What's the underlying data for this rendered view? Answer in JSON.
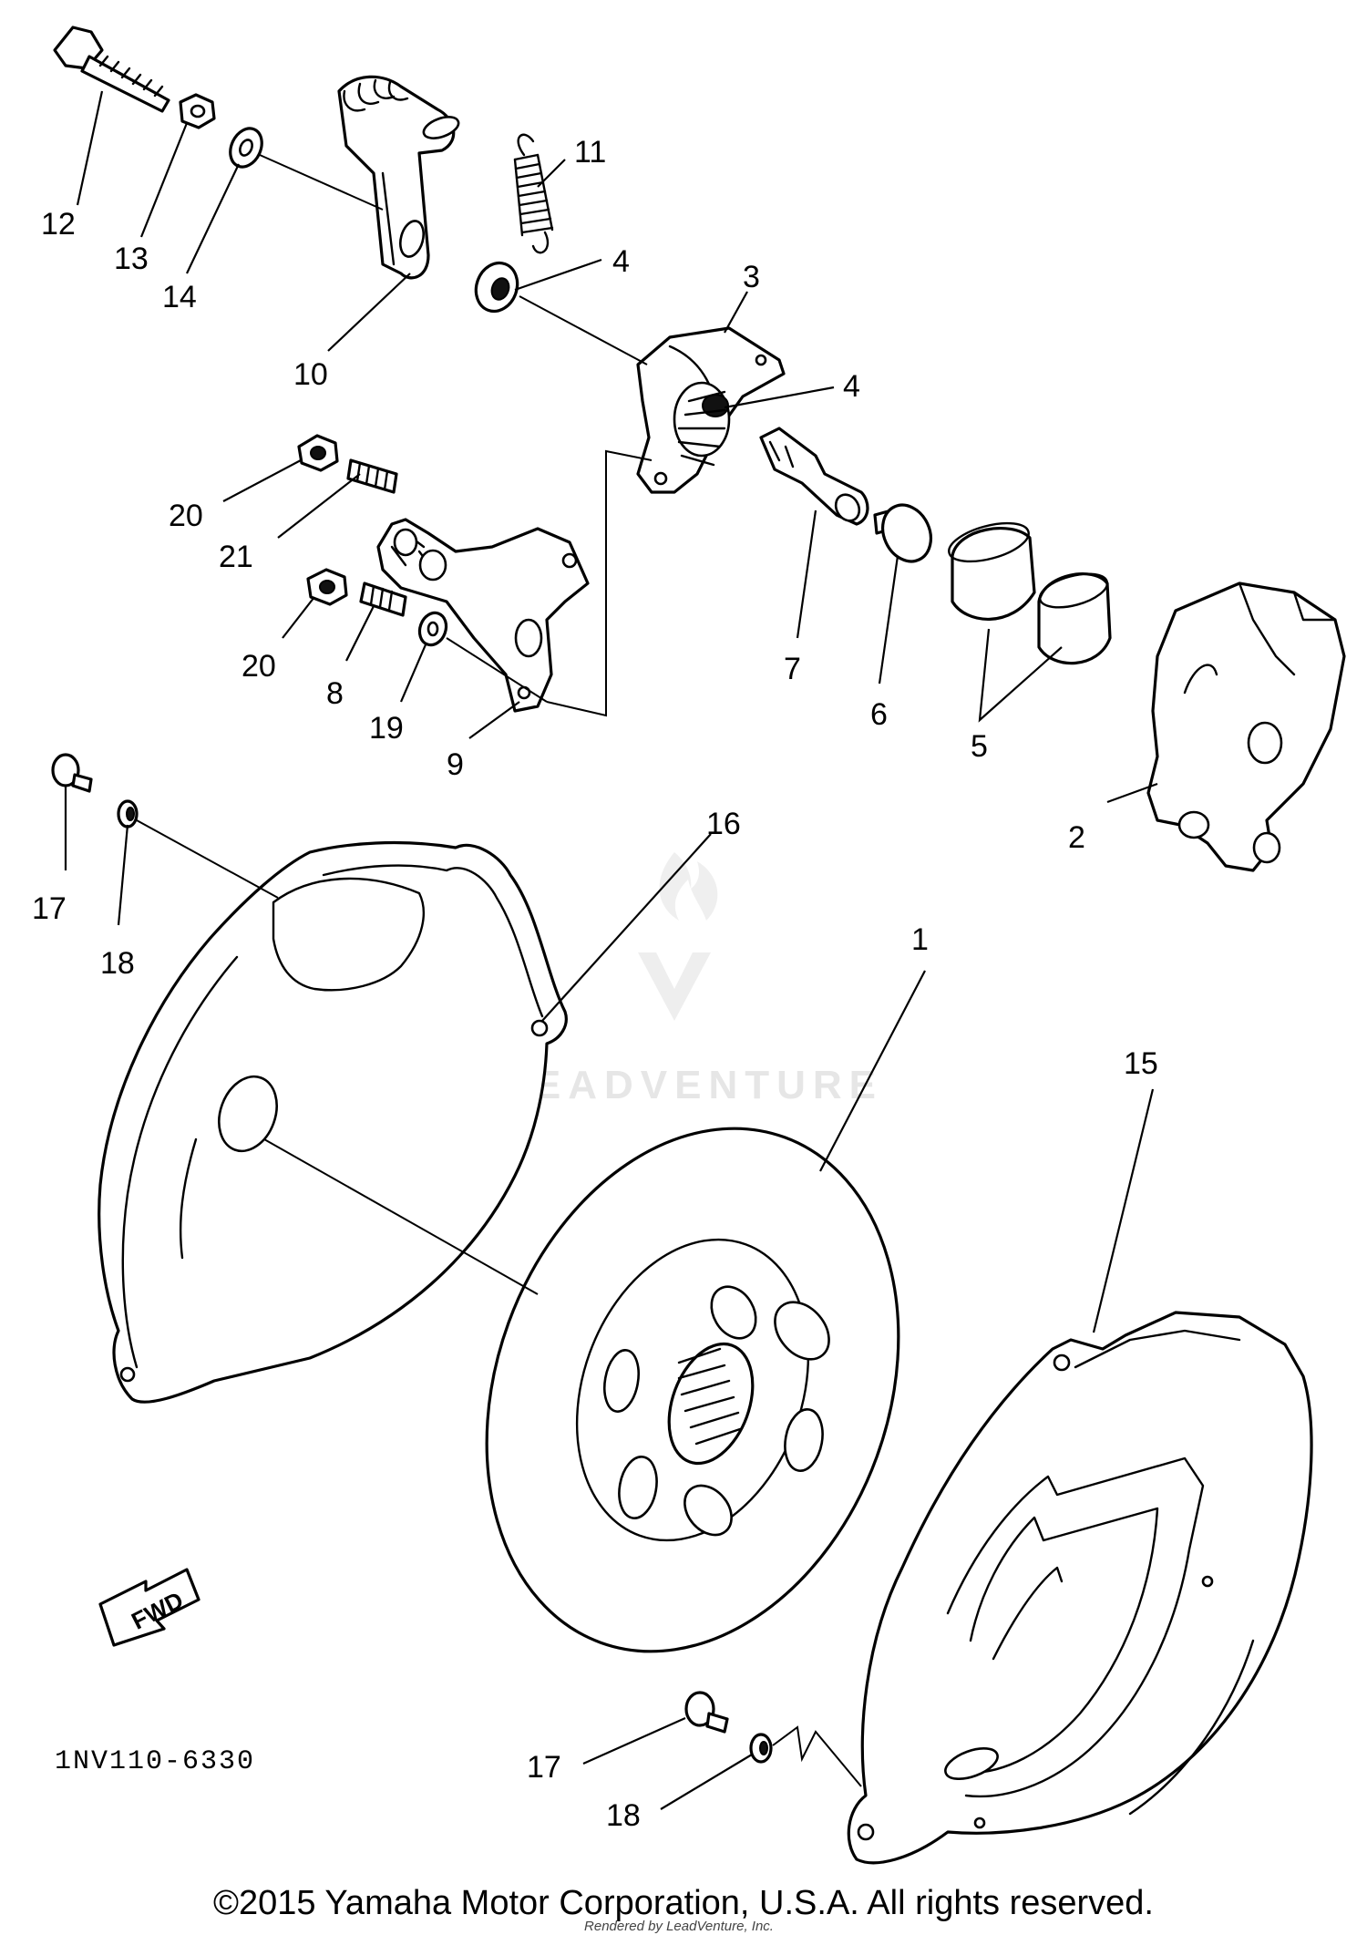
{
  "diagram": {
    "callouts": [
      {
        "id": "c12",
        "text": "12"
      },
      {
        "id": "c13",
        "text": "13"
      },
      {
        "id": "c14",
        "text": "14"
      },
      {
        "id": "c10",
        "text": "10"
      },
      {
        "id": "c11",
        "text": "11"
      },
      {
        "id": "c4a",
        "text": "4"
      },
      {
        "id": "c3",
        "text": "3"
      },
      {
        "id": "c4b",
        "text": "4"
      },
      {
        "id": "c20a",
        "text": "20"
      },
      {
        "id": "c21",
        "text": "21"
      },
      {
        "id": "c20b",
        "text": "20"
      },
      {
        "id": "c8",
        "text": "8"
      },
      {
        "id": "c19",
        "text": "19"
      },
      {
        "id": "c9",
        "text": "9"
      },
      {
        "id": "c7",
        "text": "7"
      },
      {
        "id": "c6",
        "text": "6"
      },
      {
        "id": "c5",
        "text": "5"
      },
      {
        "id": "c2",
        "text": "2"
      },
      {
        "id": "c17a",
        "text": "17"
      },
      {
        "id": "c18a",
        "text": "18"
      },
      {
        "id": "c16",
        "text": "16"
      },
      {
        "id": "c1",
        "text": "1"
      },
      {
        "id": "c15",
        "text": "15"
      },
      {
        "id": "c17b",
        "text": "17"
      },
      {
        "id": "c18b",
        "text": "18"
      }
    ],
    "fwd_label": "FWD",
    "diagram_code": "1NV110-6330",
    "watermark": "LEADVENTURE"
  },
  "footer": {
    "copyright": "©2015 Yamaha Motor Corporation, U.S.A. All rights reserved.",
    "rendered_by": "Rendered by LeadVenture, Inc."
  }
}
